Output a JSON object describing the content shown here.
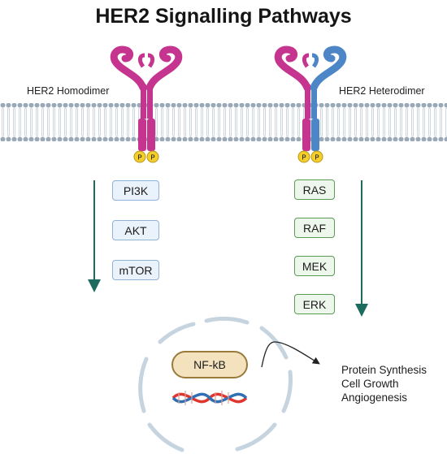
{
  "title": "HER2 Signalling Pathways",
  "labels": {
    "homodimer": "HER2 Homodimer",
    "heterodimer": "HER2 Heterodimer",
    "phospho": "P"
  },
  "pathway_left": [
    "PI3K",
    "AKT",
    "mTOR"
  ],
  "pathway_right": [
    "RAS",
    "RAF",
    "MEK",
    "ERK"
  ],
  "nucleus_factor": "NF-kB",
  "outcomes": [
    "Protein Synthesis",
    "Cell Growth",
    "Angiogenesis"
  ],
  "colors": {
    "her2_receptor": "#c5358f",
    "partner_receptor": "#4d86c6",
    "phosphate": "#f4cf2b",
    "membrane_head": "#9aa9b8",
    "arrow": "#1d6b5f",
    "nucleus": "#c6d4e0",
    "dna_red": "#e0342f",
    "dna_blue": "#2f6fb2"
  }
}
